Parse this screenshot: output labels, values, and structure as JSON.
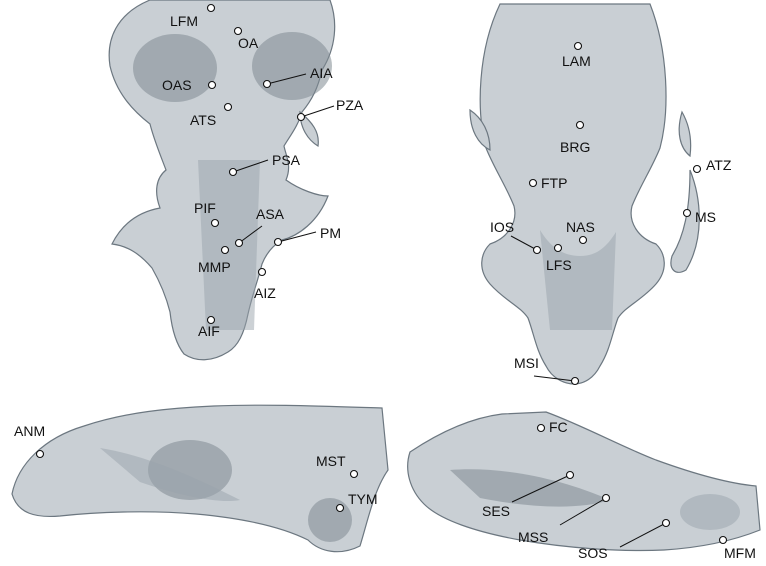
{
  "panels": {
    "ventral": {
      "labels": {
        "LFM": "LFM",
        "OA": "OA",
        "OAS": "OAS",
        "AIA": "AIA",
        "ATS": "ATS",
        "PZA": "PZA",
        "PSA": "PSA",
        "PIF": "PIF",
        "ASA": "ASA",
        "PM": "PM",
        "MMP": "MMP",
        "AIZ": "AIZ",
        "AIF": "AIF"
      }
    },
    "dorsal": {
      "labels": {
        "LAM": "LAM",
        "BRG": "BRG",
        "ATZ": "ATZ",
        "FTP": "FTP",
        "MS": "MS",
        "IOS": "IOS",
        "NAS": "NAS",
        "LFS": "LFS",
        "MSI": "MSI"
      }
    },
    "lateral": {
      "labels": {
        "ANM": "ANM",
        "MST": "MST",
        "TYM": "TYM"
      }
    },
    "mandible": {
      "labels": {
        "FC": "FC",
        "SES": "SES",
        "MSS": "MSS",
        "SOS": "SOS",
        "MFM": "MFM"
      }
    }
  }
}
